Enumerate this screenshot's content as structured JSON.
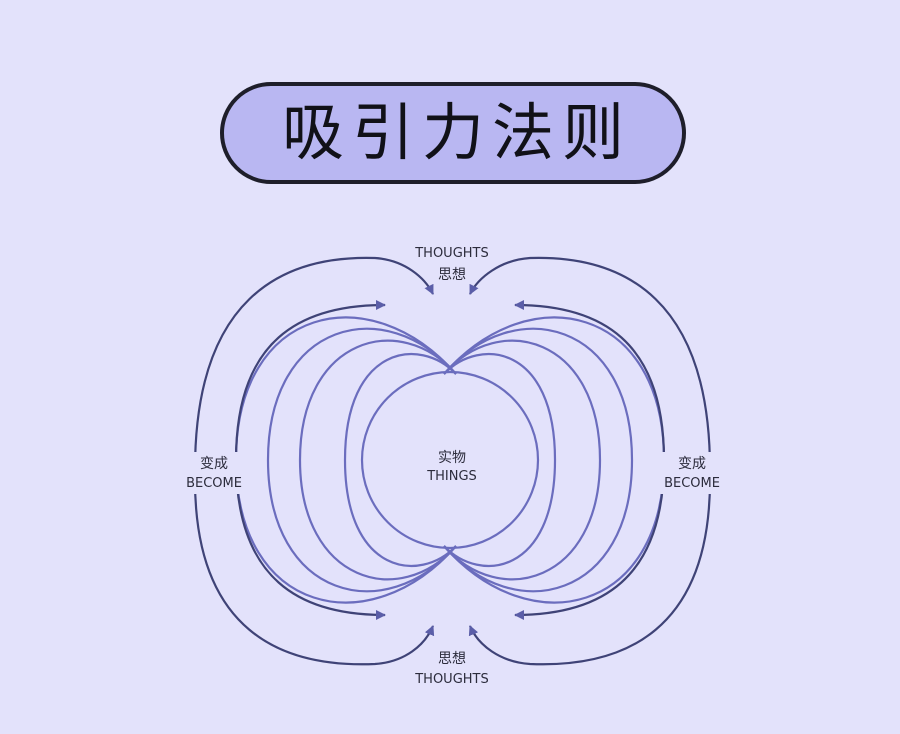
{
  "title": "吸引力法则",
  "labels": {
    "top_en": "THOUGHTS",
    "top_zh": "思想",
    "bottom_zh": "思想",
    "bottom_en": "THOUGHTS",
    "left_zh": "变成",
    "left_en": "BECOME",
    "right_zh": "变成",
    "right_en": "BECOME",
    "center_zh": "实物",
    "center_en": "THINGS"
  },
  "colors": {
    "background": "#e3e2fb",
    "title_fill": "#b9b7f2",
    "title_border": "#1e1e2a",
    "inner_line": "#6b6dbe",
    "outer_line": "#3f4377"
  }
}
